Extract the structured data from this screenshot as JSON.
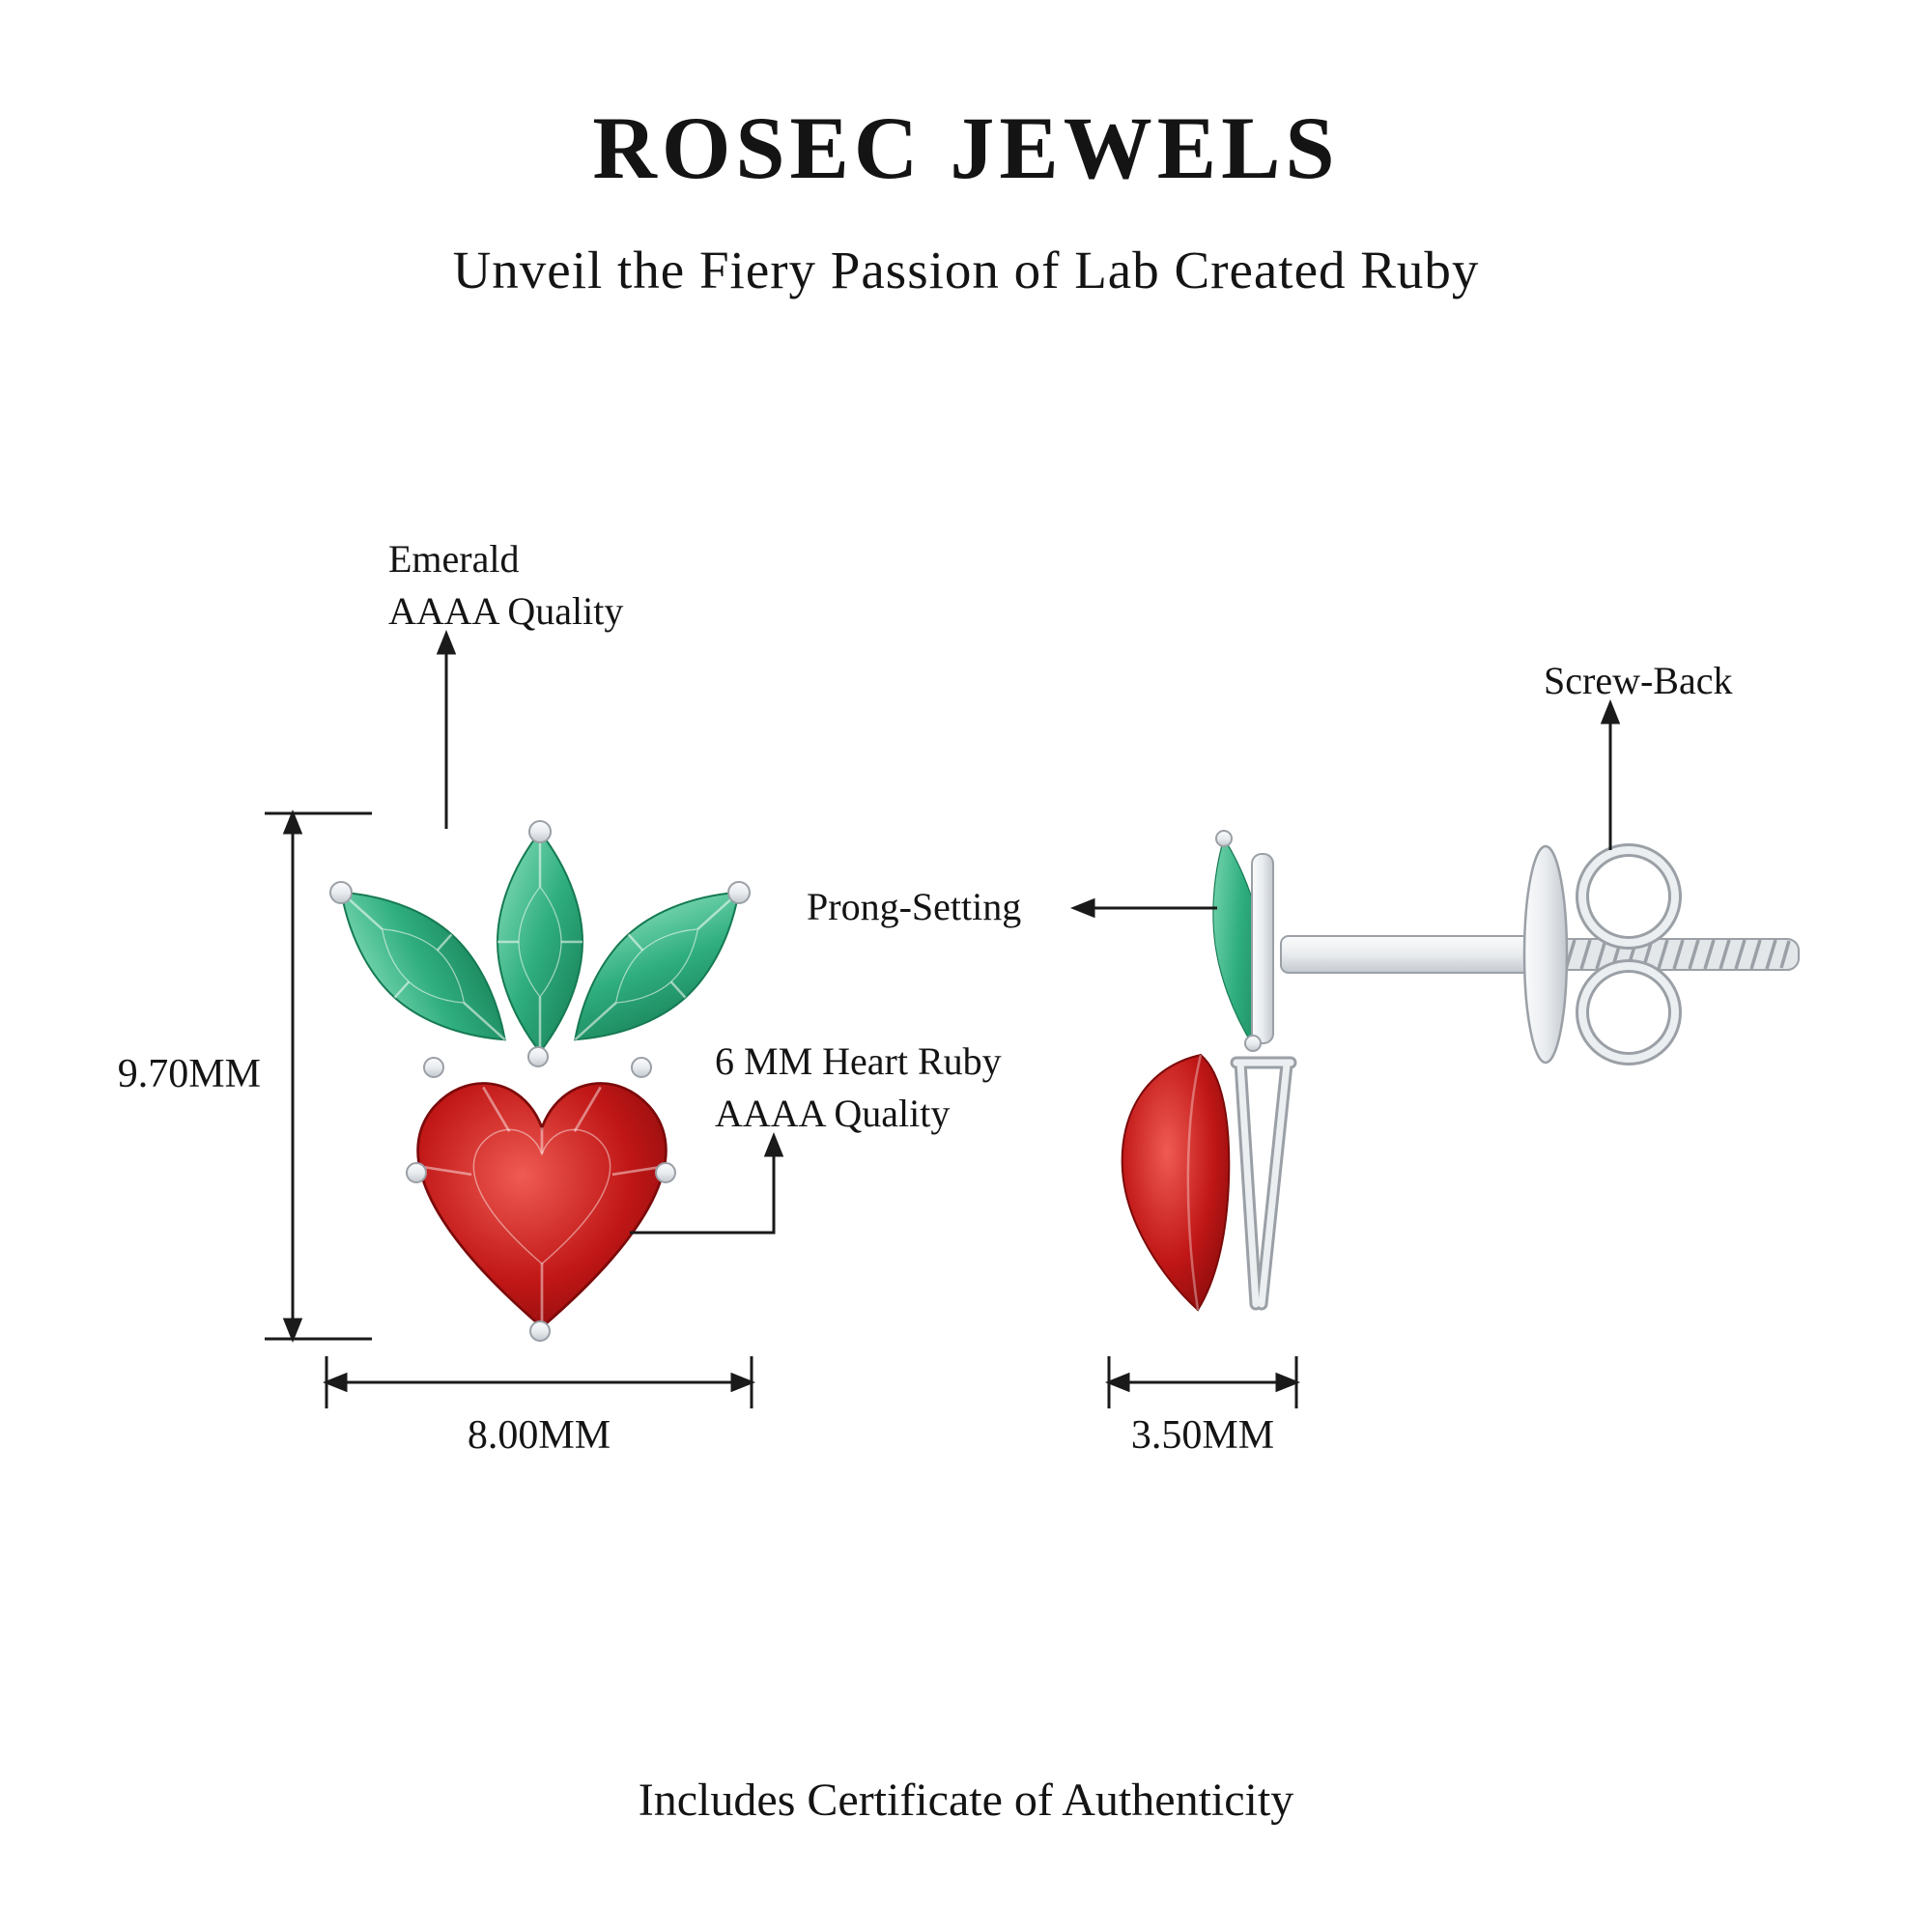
{
  "brand": {
    "title": "ROSEC JEWELS",
    "subtitle": "Unveil the Fiery Passion of Lab Created Ruby"
  },
  "labels": {
    "emerald_line1": "Emerald",
    "emerald_line2": "AAAA Quality",
    "ruby_line1": "6 MM Heart Ruby",
    "ruby_line2": "AAAA Quality",
    "prong_setting": "Prong-Setting",
    "screw_back": "Screw-Back"
  },
  "dimensions": {
    "height": "9.70MM",
    "width": "8.00MM",
    "depth": "3.50MM"
  },
  "footer": "Includes Certificate of Authenticity",
  "colors": {
    "ruby": "#c01616",
    "ruby_light": "#ef5b52",
    "ruby_dark": "#7c0a0a",
    "emerald": "#2fae7f",
    "emerald_light": "#8fe3c0",
    "emerald_dark": "#157a52",
    "metal": "#e9ecef",
    "metal_dark": "#9aa0a6",
    "line": "#1a1a1a"
  }
}
